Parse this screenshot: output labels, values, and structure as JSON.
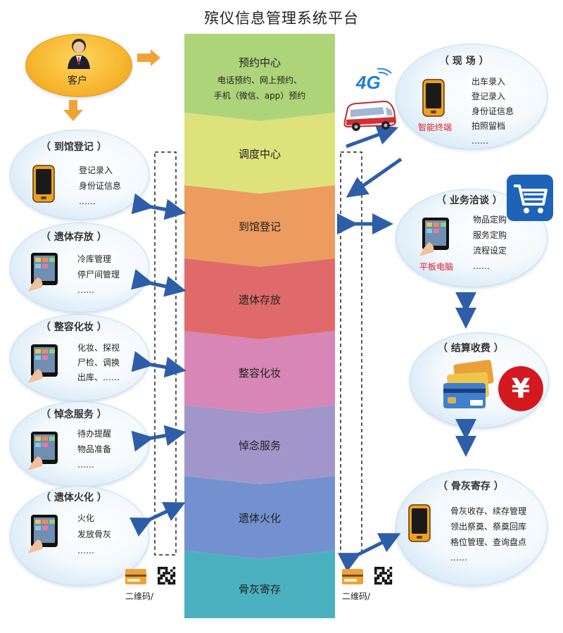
{
  "title": "殡仪信息管理系统平台",
  "stages": [
    {
      "label": "预约中心",
      "sub": [
        "电话预约、网上预约、",
        "手机（微信、app）预约"
      ],
      "color": "#aed47a"
    },
    {
      "label": "调度中心",
      "sub": [],
      "color": "#dde27a"
    },
    {
      "label": "到馆登记",
      "sub": [],
      "color": "#eb9c5e"
    },
    {
      "label": "遗体存放",
      "sub": [],
      "color": "#e06a6a"
    },
    {
      "label": "整容化妆",
      "sub": [],
      "color": "#d886b6"
    },
    {
      "label": "悼念服务",
      "sub": [],
      "color": "#a196ca"
    },
    {
      "label": "遗体火化",
      "sub": [],
      "color": "#7391cf"
    },
    {
      "label": "骨灰寄存",
      "sub": [],
      "color": "#4bb1c1"
    }
  ],
  "customer": {
    "label": "客户"
  },
  "left_bubbles": [
    {
      "title": "（ 到馆登记 ）",
      "items": [
        "登记录入",
        "身份证信息",
        "……"
      ],
      "device": "phone"
    },
    {
      "title": "（ 遗体存放 ）",
      "items": [
        "冷库管理",
        "停尸间管理",
        "……"
      ],
      "device": "tablet"
    },
    {
      "title": "（ 整容化妆 ）",
      "items": [
        "化妆、探视",
        "尸检、调换",
        "出库、……"
      ],
      "device": "tablet"
    },
    {
      "title": "（ 悼念服务 ）",
      "items": [
        "待办提醒",
        "物品准备",
        "……"
      ],
      "device": "tablet"
    },
    {
      "title": "（ 遗体火化 ）",
      "items": [
        "火化",
        "发放骨灰",
        "……"
      ],
      "device": "tablet"
    }
  ],
  "right_bubbles": [
    {
      "title": "（ 现 场 ）",
      "items": [
        "出车录入",
        "登记录入",
        "身份证信息",
        "拍照留档",
        "……"
      ],
      "tag": "智能终端",
      "device": "phone"
    },
    {
      "title": "（ 业务洽谈 ）",
      "items": [
        "物品定购",
        "服务定购",
        "流程设定",
        "……"
      ],
      "tag": "平板电脑",
      "device": "tablet"
    },
    {
      "title": "（ 结算收费 ）",
      "items": [],
      "device": "cards"
    },
    {
      "title": "（ 骨灰寄存 ）",
      "items": [
        "骨灰收存、续存管理",
        "领出祭奠、祭奠回库",
        "格位管理、查询盘点",
        "……"
      ],
      "device": "phone"
    }
  ],
  "network_badge": "4G",
  "qr_label_left": "二维码/",
  "qr_label_right": "二维码/",
  "yen_symbol": "¥",
  "colors": {
    "arrow_blue": "#2e5ea8",
    "arrow_orange": "#f0a23a",
    "bubble_edge": "#bcdaf0",
    "red_tag": "#e0202a"
  }
}
